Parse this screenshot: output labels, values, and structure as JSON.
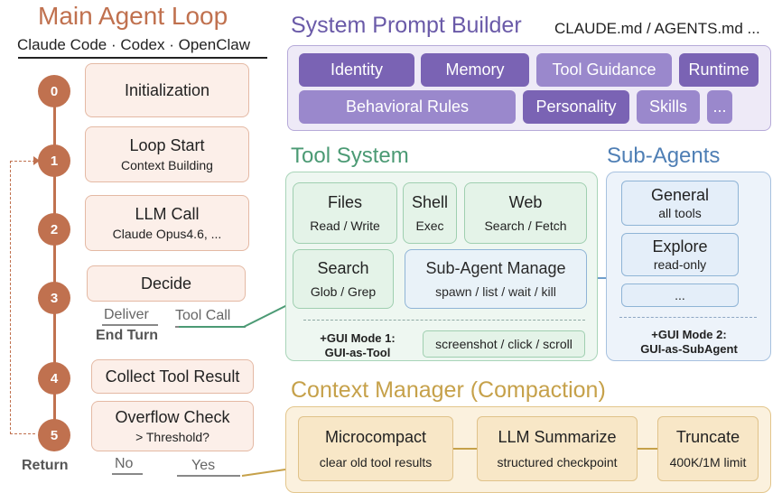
{
  "loop": {
    "title": "Main Agent Loop",
    "subtitle": "Claude Code · Codex · OpenClaw",
    "steps": [
      {
        "num": "0",
        "label": "Initialization",
        "sub": ""
      },
      {
        "num": "1",
        "label": "Loop Start",
        "sub": "Context Building"
      },
      {
        "num": "2",
        "label": "LLM Call",
        "sub": "Claude Opus4.6, ..."
      },
      {
        "num": "3",
        "label": "Decide",
        "sub": ""
      },
      {
        "num": "4",
        "label": "Collect Tool Result",
        "sub": ""
      },
      {
        "num": "5",
        "label": "Overflow Check",
        "sub": "> Threshold?"
      }
    ],
    "decide_deliver": "Deliver",
    "decide_end_turn": "End Turn",
    "decide_tool_call": "Tool Call",
    "overflow_return": "Return",
    "overflow_no": "No",
    "overflow_yes": "Yes"
  },
  "prompt_builder": {
    "title": "System Prompt Builder",
    "files": "CLAUDE.md / AGENTS.md ...",
    "chips": [
      "Identity",
      "Memory",
      "Tool Guidance",
      "Runtime",
      "Behavioral Rules",
      "Personality",
      "Skills",
      "..."
    ]
  },
  "tool_system": {
    "title": "Tool System",
    "files": {
      "label": "Files",
      "sub": "Read / Write"
    },
    "shell": {
      "label": "Shell",
      "sub": "Exec"
    },
    "web": {
      "label": "Web",
      "sub": "Search / Fetch"
    },
    "search": {
      "label": "Search",
      "sub": "Glob / Grep"
    },
    "subagent_manage": {
      "label": "Sub-Agent Manage",
      "sub": "spawn / list  / wait / kill"
    },
    "gui_mode_line1": "+GUI Mode 1:",
    "gui_mode_line2": "GUI-as-Tool",
    "gui_actions": "screenshot / click / scroll"
  },
  "sub_agents": {
    "title": "Sub-Agents",
    "general": {
      "label": "General",
      "sub": "all tools"
    },
    "explore": {
      "label": "Explore",
      "sub": "read-only"
    },
    "more": "...",
    "gui_mode_line1": "+GUI Mode 2:",
    "gui_mode_line2": "GUI-as-SubAgent"
  },
  "context_manager": {
    "title": "Context Manager (Compaction)",
    "microcompact": {
      "label": "Microcompact",
      "sub": "clear old tool results"
    },
    "summarize": {
      "label": "LLM Summarize",
      "sub": "structured checkpoint"
    },
    "truncate": {
      "label": "Truncate",
      "sub": "400K/1M limit"
    }
  },
  "colors": {
    "loop": "#c0714f",
    "prompt": "#6a5aa8",
    "tools": "#4b9a74",
    "subagents": "#4f7fb5",
    "context": "#c6a14a"
  }
}
